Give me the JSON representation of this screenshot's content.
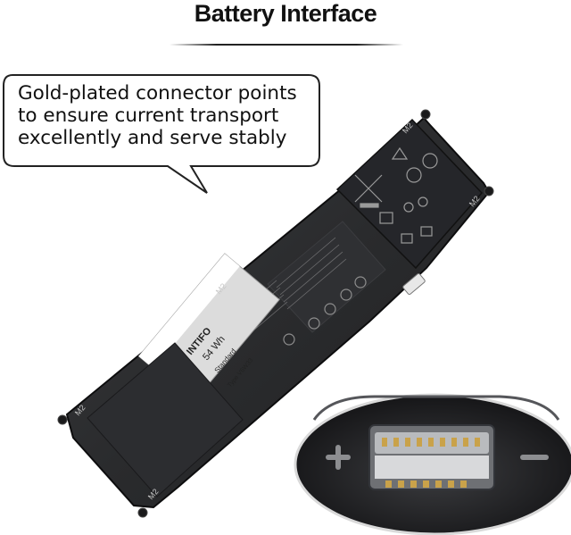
{
  "title": "Battery Interface",
  "callout": {
    "lines": [
      "Gold-plated connector points",
      "to ensure current transport",
      "excellently and serve stably"
    ]
  },
  "battery": {
    "brand": "INTIFO",
    "capacity": "54 Wh",
    "grade": "Standard",
    "model": "Type V6W33",
    "mount_labels": [
      "M2",
      "M2",
      "M2",
      "M2",
      "M2"
    ]
  },
  "colors": {
    "battery_body": "#2b2c2e",
    "battery_edge": "#0d0d0e",
    "label_panel": "#dcdcdc",
    "connector_gold": "#c9a24a",
    "callout_border": "#222222"
  }
}
